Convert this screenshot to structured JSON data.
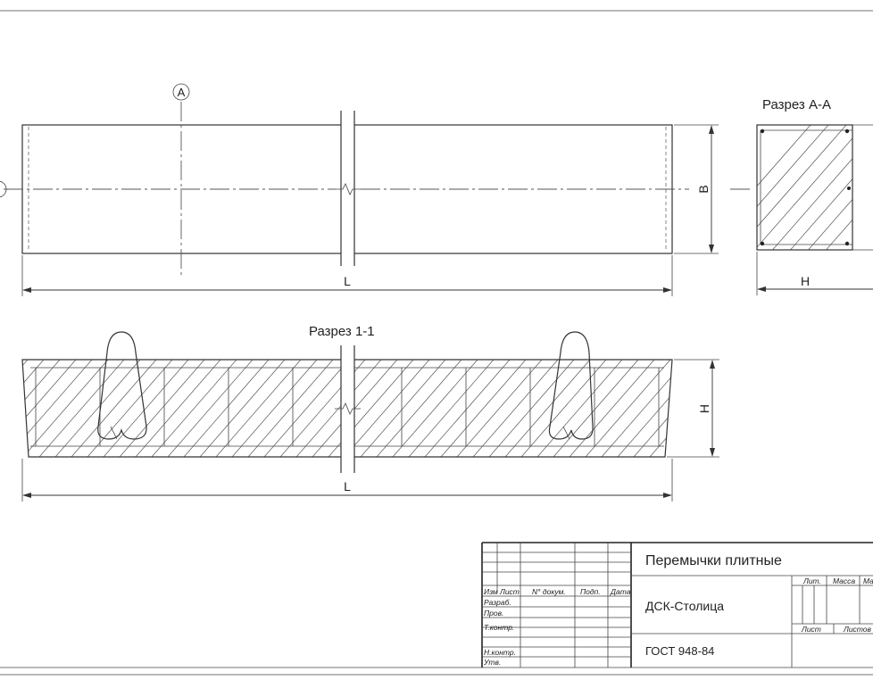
{
  "drawing": {
    "axis_marker": "A",
    "dimensions": {
      "length": "L",
      "width": "B",
      "height": "H"
    },
    "section_aa_title": "Разрез А-А",
    "section_11_title": "Разрез 1-1"
  },
  "title_block": {
    "title": "Перемычки плитные",
    "organization": "ДСК-Столица",
    "standard": "ГОСТ 948-84",
    "header_row": [
      "Изм",
      "Лист",
      "N° докум.",
      "Подп.",
      "Дата"
    ],
    "roles": [
      "Разраб.",
      "Пров.",
      "Т.контр.",
      "",
      "Н.контр.",
      "Утв."
    ],
    "stage_headers": [
      "Лит.",
      "Масса",
      "Масштаб"
    ],
    "sheet_labels": [
      "Лист",
      "Листов"
    ]
  }
}
